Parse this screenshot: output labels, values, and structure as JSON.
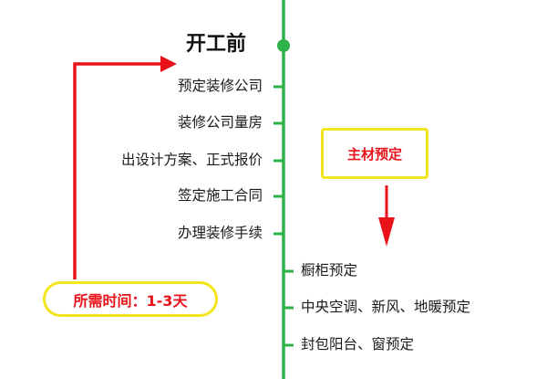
{
  "title": "开工前",
  "pre_items": [
    "预定装修公司",
    "装修公司量房",
    "出设计方案、正式报价",
    "签定施工合同",
    "办理装修手续"
  ],
  "main_material_box": "主材预定",
  "material_items": [
    "橱柜预定",
    "中央空调、新风、地暖预定",
    "封包阳台、窗预定"
  ],
  "time_required": "所需时间：1-3天",
  "colors": {
    "timeline": "#2fb24a",
    "arrow": "#e8121a",
    "highlight_border": "#f2e51b",
    "highlight_text": "#e8121a"
  }
}
